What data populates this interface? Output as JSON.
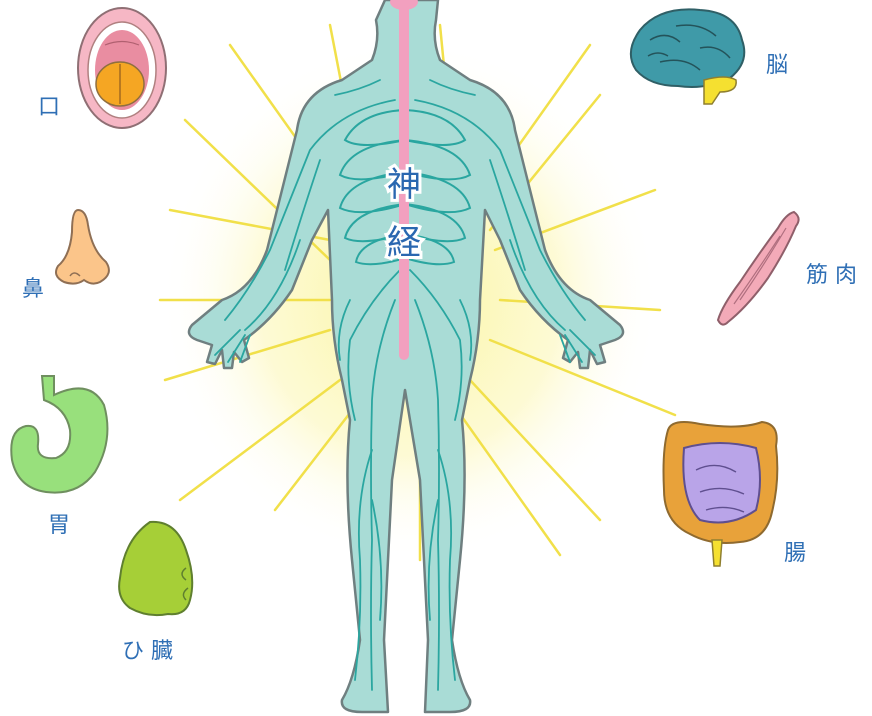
{
  "center_label": {
    "line1": "神",
    "line2": "経"
  },
  "organs": {
    "mouth": {
      "label": "口"
    },
    "nose": {
      "label": "鼻"
    },
    "stomach": {
      "label": "胃"
    },
    "spleen": {
      "label": "ひ 臓"
    },
    "brain": {
      "label": "脳"
    },
    "muscle": {
      "label": "筋 肉"
    },
    "intestine": {
      "label": "腸"
    }
  },
  "colors": {
    "body_fill": "#a9dcd6",
    "nerve": "#2aa6a0",
    "spine": "#f2a0bf",
    "glow": "#fbf59a",
    "rays": "#f1e04a",
    "label": "#2f6fb5"
  }
}
